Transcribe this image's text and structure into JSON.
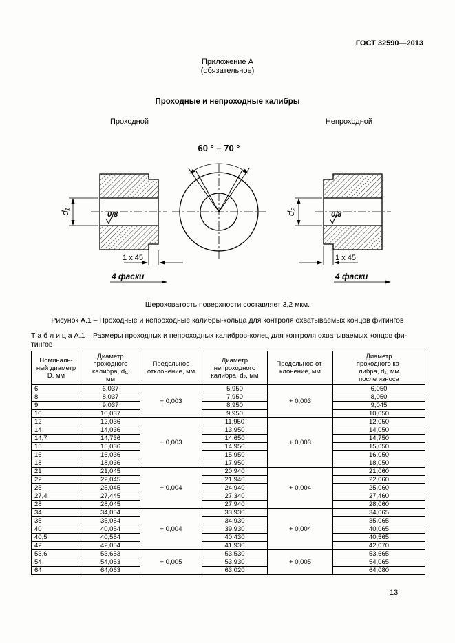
{
  "page": {
    "doc_number": "ГОСТ 32590—2013",
    "appendix_line1": "Приложение А",
    "appendix_line2": "(обязательное)",
    "title": "Проходные и непроходные калибры",
    "label_go": "Проходной",
    "label_nogo": "Непроходной",
    "roughness_note": "Шероховатость поверхности составляет 3,2 мкм.",
    "figure_caption": "Рисунок А.1 – Проходные и непроходные калибры-кольца для контроля охватываемых концов фитингов",
    "table_caption": "Т а б л и ц а  А.1 – Размеры проходных и непроходных калибров-колец для контроля охватываемых концов фи-\nтингов",
    "page_number": "13"
  },
  "drawing": {
    "angle_label": "60 ° –  70 °",
    "go_gauge": {
      "roughness": "0,8",
      "diameter_label": "d₁",
      "chamfer": "1 x 45",
      "chamfer_note": "4 фаски"
    },
    "nogo_gauge": {
      "roughness": "0,8",
      "diameter_label": "d₂",
      "chamfer": "1 x 45",
      "chamfer_note": "4 фаски"
    }
  },
  "table": {
    "headers": [
      "Номиналь-\nный диаметр\nD, мм",
      "Диаметр\nпроходного\nкалибра, d₁,\nмм",
      "Предельное\nотклонение, мм",
      "Диаметр\nнепроходного\nкалибра, d₂, мм",
      "Предельное от-\nклонение, мм",
      "Диаметр\nпроходного ка-\nлибра, d₁, мм\nпосле износа"
    ],
    "groups": [
      {
        "dev_go": "+ 0,003",
        "dev_nogo": "+ 0,003",
        "rows": [
          [
            "6",
            "6,037",
            "5,950",
            "6,050"
          ],
          [
            "8",
            "8,037",
            "7,950",
            "8,050"
          ],
          [
            "9",
            "9,037",
            "8,950",
            "9,045"
          ],
          [
            "10",
            "10,037",
            "9,950",
            "10,050"
          ]
        ]
      },
      {
        "dev_go": "+ 0,003",
        "dev_nogo": "+ 0,003",
        "rows": [
          [
            "12",
            "12,036",
            "11,950",
            "12,050"
          ],
          [
            "14",
            "14,036",
            "13,950",
            "14,050"
          ],
          [
            "14,7",
            "14,736",
            "14,650",
            "14,750"
          ],
          [
            "15",
            "15,036",
            "14,950",
            "15,050"
          ],
          [
            "16",
            "16,036",
            "15,950",
            "16,050"
          ],
          [
            "18",
            "18,036",
            "17,950",
            "18,050"
          ]
        ]
      },
      {
        "dev_go": "+ 0,004",
        "dev_nogo": "+ 0,004",
        "rows": [
          [
            "21",
            "21,045",
            "20,940",
            "21,060"
          ],
          [
            "22",
            "22,045",
            "21,940",
            "22,060"
          ],
          [
            "25",
            "25,045",
            "24,940",
            "25,060"
          ],
          [
            "27,4",
            "27,445",
            "27,340",
            "27,460"
          ],
          [
            "28",
            "28,045",
            "27,940",
            "28,060"
          ]
        ]
      },
      {
        "dev_go": "+ 0,004",
        "dev_nogo": "+ 0,004",
        "rows": [
          [
            "34",
            "34,054",
            "33,930",
            "34,065"
          ],
          [
            "35",
            "35,054",
            "34,930",
            "35,065"
          ],
          [
            "40",
            "40,054",
            "39,930",
            "40,065"
          ],
          [
            "40,5",
            "40,554",
            "40,430",
            "40,565"
          ],
          [
            "42",
            "42,054",
            "41,930",
            "42,070"
          ]
        ]
      },
      {
        "dev_go": "+ 0,005",
        "dev_nogo": "+ 0,005",
        "rows": [
          [
            "53,6",
            "53,653",
            "53,530",
            "53,665"
          ],
          [
            "54",
            "54,053",
            "53,930",
            "54,065"
          ],
          [
            "64",
            "64,063",
            "63,020",
            "64,080"
          ]
        ]
      }
    ]
  }
}
